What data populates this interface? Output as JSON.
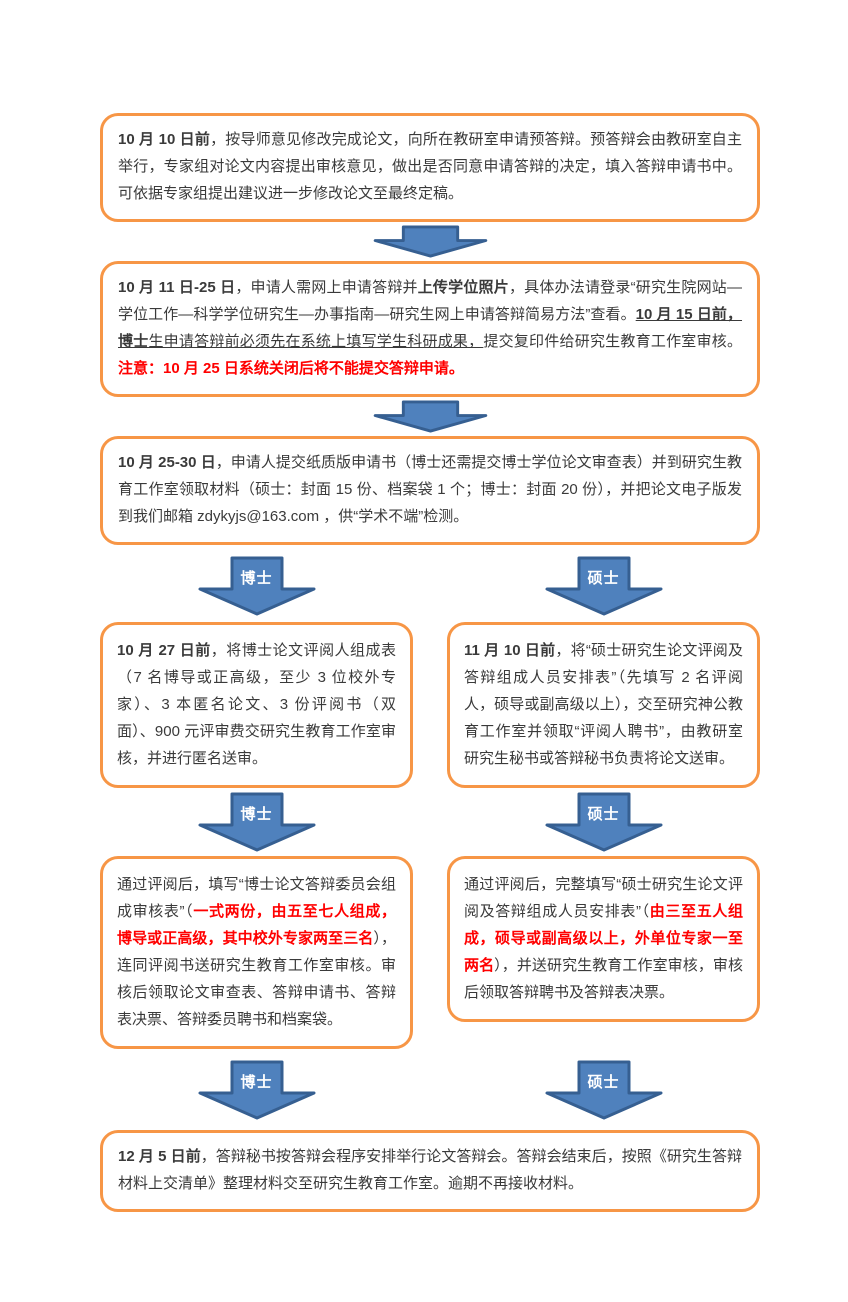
{
  "colors": {
    "box_border": "#F79646",
    "arrow_fill": "#4F81BD",
    "arrow_border": "#365F91",
    "text": "#3A3A3A",
    "red": "#FF0000"
  },
  "arrow_labels": {
    "doctor": "博士",
    "master": "硕士"
  },
  "boxes": {
    "step1": {
      "segments": [
        {
          "style": "b",
          "text": "10 月 10 日前"
        },
        {
          "style": "n",
          "text": "，按导师意见修改完成论文，向所在教研室申请预答辩。预答辩会由教研室自主举行，专家组对论文内容提出审核意见，做出是否同意申请答辩的决定，填入答辩申请书中。可依据专家组提出建议进一步修改论文至最终定稿。"
        }
      ]
    },
    "step2": {
      "segments": [
        {
          "style": "b",
          "text": "10 月 11 日-25 日"
        },
        {
          "style": "n",
          "text": "，申请人需网上申请答辩并"
        },
        {
          "style": "b",
          "text": "上传学位照片"
        },
        {
          "style": "n",
          "text": "，具体办法请登录“研究生院网站—学位工作—科学学位研究生—办事指南—研究生网上申请答辩简易方法”查看。"
        },
        {
          "style": "bu",
          "text": "10 月 15 日前，博士"
        },
        {
          "style": "u",
          "text": "生申请答辩前必须先在系统上填写学生科研成果，"
        },
        {
          "style": "n",
          "text": "提交复印件给研究生教育工作室审核。"
        },
        {
          "style": "rb",
          "text": "注意：10 月 25 日系统关闭后将不能提交答辩申请。"
        }
      ]
    },
    "step3": {
      "segments": [
        {
          "style": "b",
          "text": "10 月 25-30 日"
        },
        {
          "style": "n",
          "text": "，申请人提交纸质版申请书（博士还需提交博士学位论文审查表）并到研究生教育工作室领取材料（硕士：封面 15 份、档案袋 1 个；博士：封面 20 份），并把论文电子版发到我们邮箱 zdykyjs@163.com ，供“学术不端”检测。"
        }
      ]
    },
    "doctor1": {
      "segments": [
        {
          "style": "b",
          "text": "10 月 27 日前"
        },
        {
          "style": "n",
          "text": "，将博士论文评阅人组成表（7 名博导或正高级，至少 3 位校外专家）、3 本匿名论文、3 份评阅书（双面）、900 元评审费交研究生教育工作室审核，并进行匿名送审。"
        }
      ]
    },
    "master1": {
      "segments": [
        {
          "style": "b",
          "text": "11 月 10 日前"
        },
        {
          "style": "n",
          "text": "，将“硕士研究生论文评阅及答辩组成人员安排表”（先填写 2 名评阅人，硕导或副高级以上），交至研究神公教育工作室并领取“评阅人聘书”，由教研室研究生秘书或答辩秘书负责将论文送审。"
        }
      ]
    },
    "doctor2": {
      "segments": [
        {
          "style": "n",
          "text": "通过评阅后，填写“博士论文答辩委员会组成审核表”（"
        },
        {
          "style": "rb",
          "text": "一式两份，由五至七人组成，博导或正高级，其中校外专家两至三名"
        },
        {
          "style": "n",
          "text": "），连同评阅书送研究生教育工作室审核。审核后领取论文审查表、答辩申请书、答辩表决票、答辩委员聘书和档案袋。"
        }
      ]
    },
    "master2": {
      "segments": [
        {
          "style": "n",
          "text": "通过评阅后，完整填写“硕士研究生论文评阅及答辩组成人员安排表”（"
        },
        {
          "style": "rb",
          "text": "由三至五人组成，硕导或副高级以上，外单位专家一至两名"
        },
        {
          "style": "n",
          "text": "），并送研究生教育工作室审核，审核后领取答辩聘书及答辩表决票。"
        }
      ]
    },
    "final": {
      "segments": [
        {
          "style": "b",
          "text": "12 月 5 日前"
        },
        {
          "style": "n",
          "text": "，答辩秘书按答辩会程序安排举行论文答辩会。答辩会结束后，按照《研究生答辩材料上交清单》整理材料交至研究生教育工作室。逾期不再接收材料。"
        }
      ]
    }
  }
}
